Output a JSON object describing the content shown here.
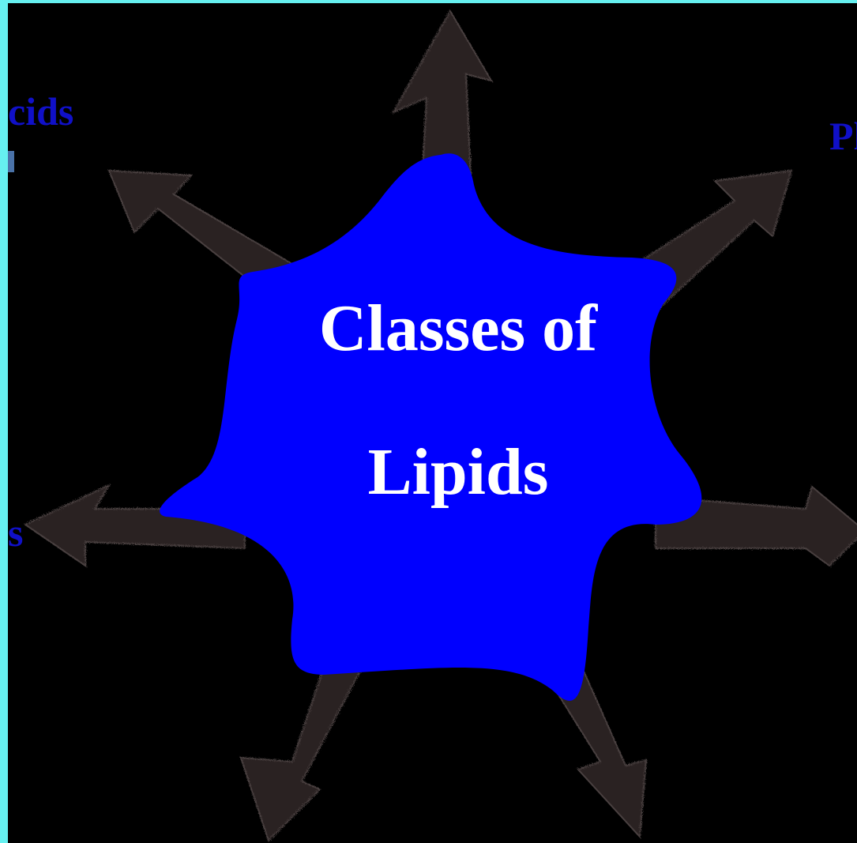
{
  "center": {
    "line1": "Classes of",
    "line2": "Lipids"
  },
  "edge_labels": {
    "top_left": "cids",
    "top_right": "Ph",
    "mid_left": "s"
  },
  "colors": {
    "background": "#000000",
    "frame": "#66f0f0",
    "center_fill": "#0000ff",
    "arrow_fill": "#2a2222",
    "center_text": "#ffffff",
    "edge_label_text": "#1010c8"
  },
  "icons": {
    "arrows": [
      "up-arrow-icon",
      "up-left-arrow-icon",
      "up-right-arrow-icon",
      "left-arrow-icon",
      "right-arrow-icon",
      "down-left-arrow-icon",
      "down-right-arrow-icon"
    ]
  }
}
